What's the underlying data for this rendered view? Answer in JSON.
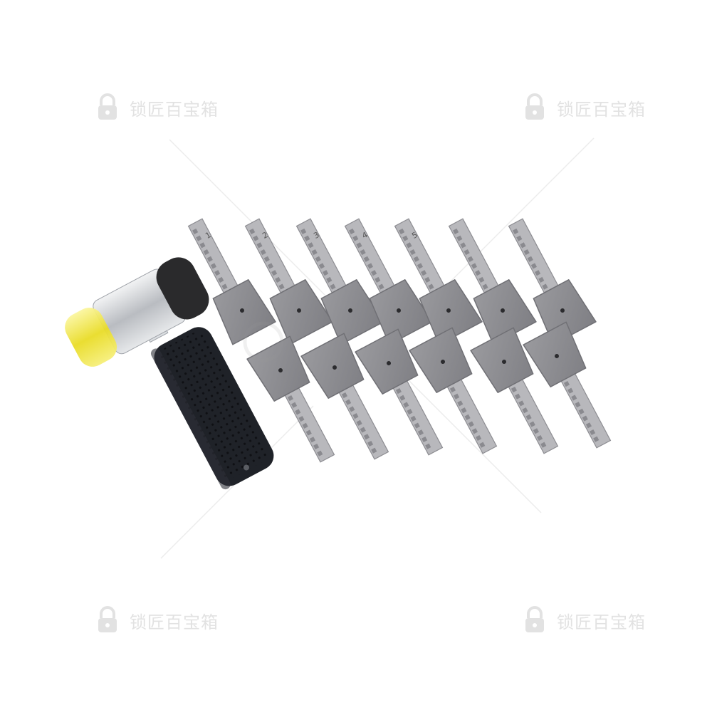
{
  "image": {
    "background": "#ffffff",
    "subject": "rubber mallet with set of 13 stepped lock-bump keys",
    "watermark": {
      "text": "锁匠百宝箱",
      "color": "#9a9a9a",
      "positions": [
        "top-left",
        "top-right",
        "bottom-left",
        "bottom-right",
        "center"
      ]
    }
  },
  "mallet": {
    "handle_color": "#1f2228",
    "head_metal_color": "#c9ccd0",
    "rubber_face_color": "#2a2a2c",
    "plastic_face_color": "#f0e84a"
  },
  "keys": {
    "count": 13,
    "top_row_count": 7,
    "bottom_row_count": 6,
    "color": "#8c8c90",
    "labels": [
      "1",
      "2",
      "3",
      "4",
      "5"
    ]
  }
}
